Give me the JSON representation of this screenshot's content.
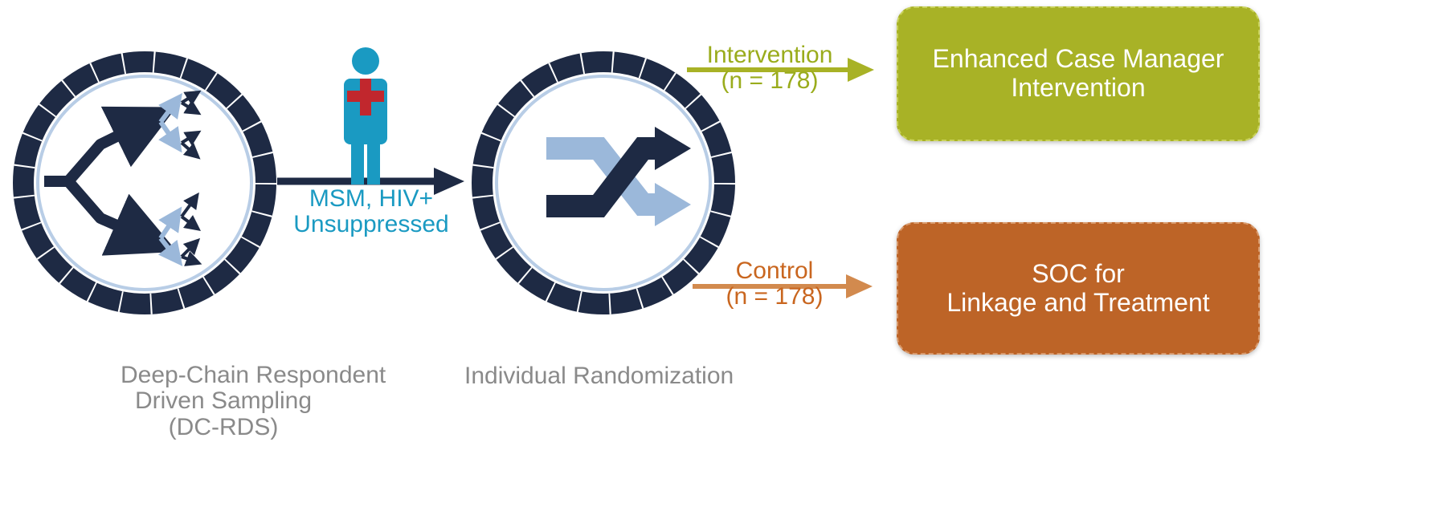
{
  "flow": {
    "sampling_label": [
      "Deep-Chain Respondent",
      "Driven Sampling",
      "(DC-RDS)"
    ],
    "population_label": [
      "MSM, HIV+",
      "Unsuppressed"
    ],
    "randomization_label": "Individual Randomization",
    "intervention_arm": {
      "label": "Intervention",
      "count": "(n = 178)"
    },
    "control_arm": {
      "label": "Control",
      "count": "(n = 178)"
    },
    "intervention_box": [
      "Enhanced Case Manager",
      "Intervention"
    ],
    "control_box": [
      "SOC for",
      "Linkage and Treatment"
    ]
  },
  "colors": {
    "navy": "#1e2a44",
    "light_blue": "#9bb8da",
    "teal": "#1a9ac2",
    "red_cross": "#c1272d",
    "olive": "#a8b226",
    "orange": "#bd6427",
    "gray_text": "#8a8a8a"
  },
  "icons": [
    "branching-tree-icon",
    "person-medical-icon",
    "shuffle-icon"
  ]
}
